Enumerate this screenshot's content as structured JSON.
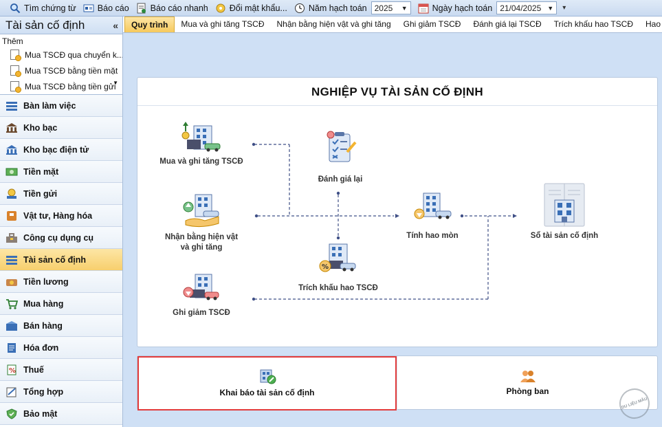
{
  "toolbar": {
    "search_voucher": "Tìm chứng từ",
    "report": "Báo cáo",
    "quick_report": "Báo cáo nhanh",
    "change_password": "Đổi mật khẩu...",
    "fiscal_year_label": "Năm hạch toán",
    "fiscal_year_value": "2025",
    "posting_date_label": "Ngày hạch toán",
    "posting_date_value": "21/04/2025"
  },
  "sidebar": {
    "title": "Tài sản cố định",
    "collapse": "«",
    "quick_add_label": "Thêm",
    "quick_items": [
      "Mua TSCĐ qua chuyển k...",
      "Mua TSCĐ bằng tiền mặt",
      "Mua TSCĐ bằng tiền gửi"
    ],
    "nav": [
      "Bàn làm việc",
      "Kho bạc",
      "Kho bạc điện tử",
      "Tiền mặt",
      "Tiền gửi",
      "Vật tư, Hàng hóa",
      "Công cụ dụng cụ",
      "Tài sản cố định",
      "Tiền lương",
      "Mua hàng",
      "Bán hàng",
      "Hóa đơn",
      "Thuế",
      "Tổng hợp",
      "Bảo mật"
    ]
  },
  "tabs": [
    "Quy trình",
    "Mua và ghi tăng TSCĐ",
    "Nhận bằng hiện vật và ghi tăng",
    "Ghi giảm TSCĐ",
    "Đánh giá lại TSCĐ",
    "Trích khấu hao TSCĐ",
    "Hao mòn TSCĐ"
  ],
  "process": {
    "title": "NGHIỆP VỤ TÀI SẢN CỐ ĐỊNH",
    "nodes": {
      "buy": "Mua và ghi tăng TSCĐ",
      "receive_line1": "Nhận bằng hiện vật",
      "receive_line2": "và ghi tăng",
      "decrease": "Ghi giảm TSCĐ",
      "revalue": "Đánh giá lại",
      "depreciate": "Trích khấu hao TSCĐ",
      "wear": "Tính hao mòn",
      "ledger": "Sổ tài sản cố định"
    }
  },
  "bottom": {
    "declare": "Khai báo tài sản cố định",
    "departments": "Phòng ban"
  },
  "watermark": "DU LIỆU MẪU",
  "colors": {
    "active_tab": "#f6c95d",
    "highlight_border": "#e23b3b",
    "main_bg": "#cfe0f5",
    "flow_line": "#3f4f86"
  }
}
